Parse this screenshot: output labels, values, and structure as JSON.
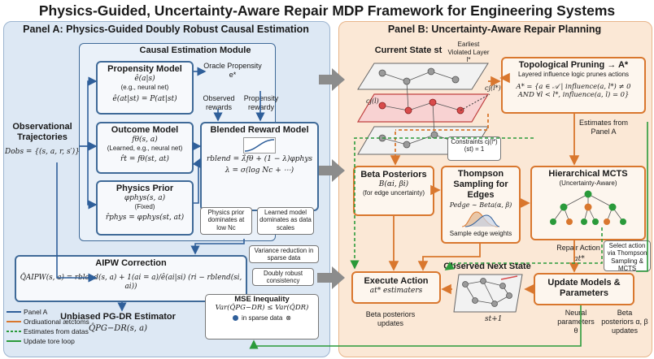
{
  "title": "Physics-Guided, Uncertainty-Aware Repair MDP Framework for Engineering Systems",
  "panelA": {
    "title": "Panel A: Physics-Guided Doubly Robust Causal Estimation",
    "module_title": "Causal Estimation Module",
    "obs": {
      "title": "Observational Trajectories",
      "formula": "Dobs = {(s, a, r, s′)}"
    },
    "propensity": {
      "title": "Propensity Model",
      "l1": "ê(a|s)",
      "l2": "(e.g., neural net)",
      "l3": "ê(at|st) = P(at|st)"
    },
    "oracle": "Oracle Propensity e*",
    "outcome": {
      "title": "Outcome Model",
      "l1": "fθ(s, a)",
      "l2": "(Learned, e.g., neural net)",
      "l3": "r̂t = fθ(st, at)"
    },
    "prior": {
      "title": "Physics Prior",
      "l1": "φphys(s, a)",
      "l2": "(Fixed)",
      "l3": "r̂phys = φphys(st, at)"
    },
    "observed_rewards": "Observed rewards",
    "propensity_rewardy": "Propensity rewardy",
    "blended": {
      "title": "Blended Reward Model",
      "eq1": "rblend = λ̂fθ + (1 − λ)φphys",
      "eq2": "λ = σ(log Nc + ⋯)"
    },
    "note_physics": "Physics prior dominates at low Nc",
    "note_learned": "Learned model dominates as data scales",
    "aipw": {
      "title": "AIPW Correction",
      "eq": "Q̂AIPW(s, a) = rblend(s, a) + 1(ai = a)/ê(ai|si) (ri − rblend(si, ai))"
    },
    "note_variance": "Variance reduction in sparse data",
    "note_doubly": "Doubly robust consistency",
    "mse": {
      "title": "MSE Inequality",
      "eq": "Var(Q̂PG−DR) ≤ Var(Q̂DR)",
      "sub": "in sparse data"
    },
    "estimator": {
      "title": "Unbiased PG-DR Estimator",
      "eq": "Q̂PG−DR(s, a)"
    },
    "legend": [
      {
        "label": "Panel A",
        "color": "#2f5f9a",
        "style": "solid"
      },
      {
        "label": "Ordiuational ætctoms",
        "color": "#d9772e",
        "style": "solid"
      },
      {
        "label": "Estimates from datas",
        "color": "#2a9a3a",
        "style": "dashed"
      },
      {
        "label": "Update tore loop",
        "color": "#2a9a3a",
        "style": "solid"
      }
    ]
  },
  "panelB": {
    "title": "Panel B: Uncertainty-Aware Repair Planning",
    "current_state": "Current State st",
    "earliest": "Earliest Violated Layer l*",
    "c_label": "cj(l)",
    "c_star": "cj(l*)",
    "constraints": "Constraints cj(l*)(st) = 1",
    "pruning": {
      "title": "Topological Pruning → A*",
      "sub": "Layered influence logic prunes actions",
      "eq1": "A* = {a ∈ 𝒜 | influence(a, l*) ≠ 0",
      "eq2": "AND ∀l < l*, influence(a, l) = 0}"
    },
    "estimates_from": "Estimates from Panel A",
    "beta": {
      "title": "Beta Posteriors",
      "l1": "B(αi, βi)",
      "l2": "(for edge uncertainty)"
    },
    "thompson": {
      "title": "Thompson Sampling for Edges",
      "l1": "Pedge ∼ Beta(α, β)",
      "l2": "Sample edge weights"
    },
    "mcts": {
      "title": "Hierarchical MCTS",
      "sub": "(Uncertainty-Aware)"
    },
    "repair_action": "Repair Action",
    "repair_symbol": "at*",
    "select_note": "Select action via Thompson Sampling & MCTS",
    "observed_next": "Observed Next State",
    "next_symbol": "st+1",
    "execute": {
      "title": "Execute Action",
      "l1": "at* estimaters"
    },
    "update": {
      "title": "Update Models & Parameters"
    },
    "beta_upd": "Beta posteriors updates",
    "neural": "Neural parameters θ",
    "beta_upd2": "Beta posteriors α, β updates"
  },
  "colors": {
    "blue": "#2f5f9a",
    "orange": "#d9772e",
    "green": "#2a9a3a",
    "gray": "#8c8c8c"
  }
}
